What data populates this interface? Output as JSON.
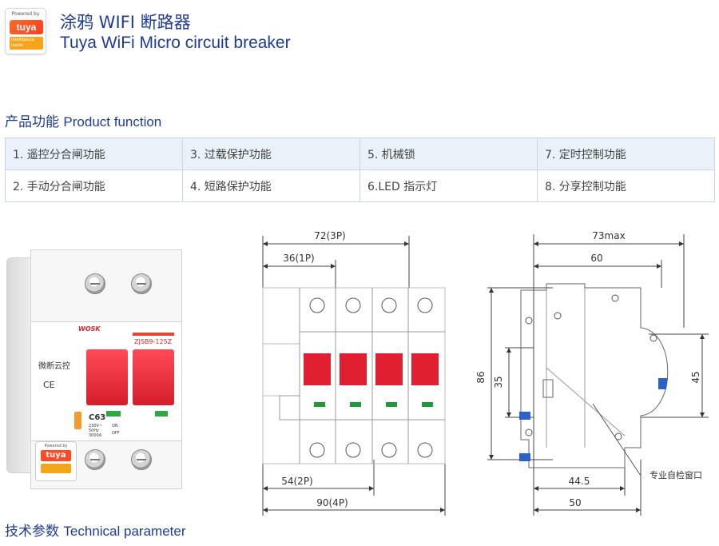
{
  "header": {
    "logo": {
      "powered_by": "Powered by",
      "brand": "tuya",
      "sub": "Intelligence Inside"
    },
    "title_cn": "涂鸦 WIFI 断路器",
    "title_en": "Tuya WiFi Micro circuit breaker"
  },
  "product_function": {
    "title_cn": "产品功能",
    "title_en": "Product function",
    "rows": [
      [
        "1. 遥控分合闸功能",
        "3. 过载保护功能",
        "5. 机械锁",
        "7. 定时控制功能"
      ],
      [
        "2. 手动分合闸功能",
        "4. 短路保护功能",
        "6.LED 指示灯",
        "8. 分享控制功能"
      ]
    ]
  },
  "device_photo": {
    "brand_mark": "WOSK",
    "model": "ZJSB9-125Z",
    "name_cn": "微断云控",
    "rating": "C63",
    "specs": "230V~ 50Hz 3000A",
    "on_label": "ON",
    "off_label": "OFF",
    "logo_powered": "Powered by",
    "logo_brand": "tuya"
  },
  "front_drawing": {
    "dim_72": "72(3P)",
    "dim_36": "36(1P)",
    "dim_54": "54(2P)",
    "dim_90": "90(4P)"
  },
  "side_drawing": {
    "dim_73": "73max",
    "dim_60": "60",
    "dim_86": "86",
    "dim_35": "35",
    "dim_45": "45",
    "dim_44_5": "44.5",
    "dim_50": "50",
    "window_label": "专业自检窗口"
  },
  "technical": {
    "title_cn": "技术参数",
    "title_en": "Technical parameter"
  }
}
